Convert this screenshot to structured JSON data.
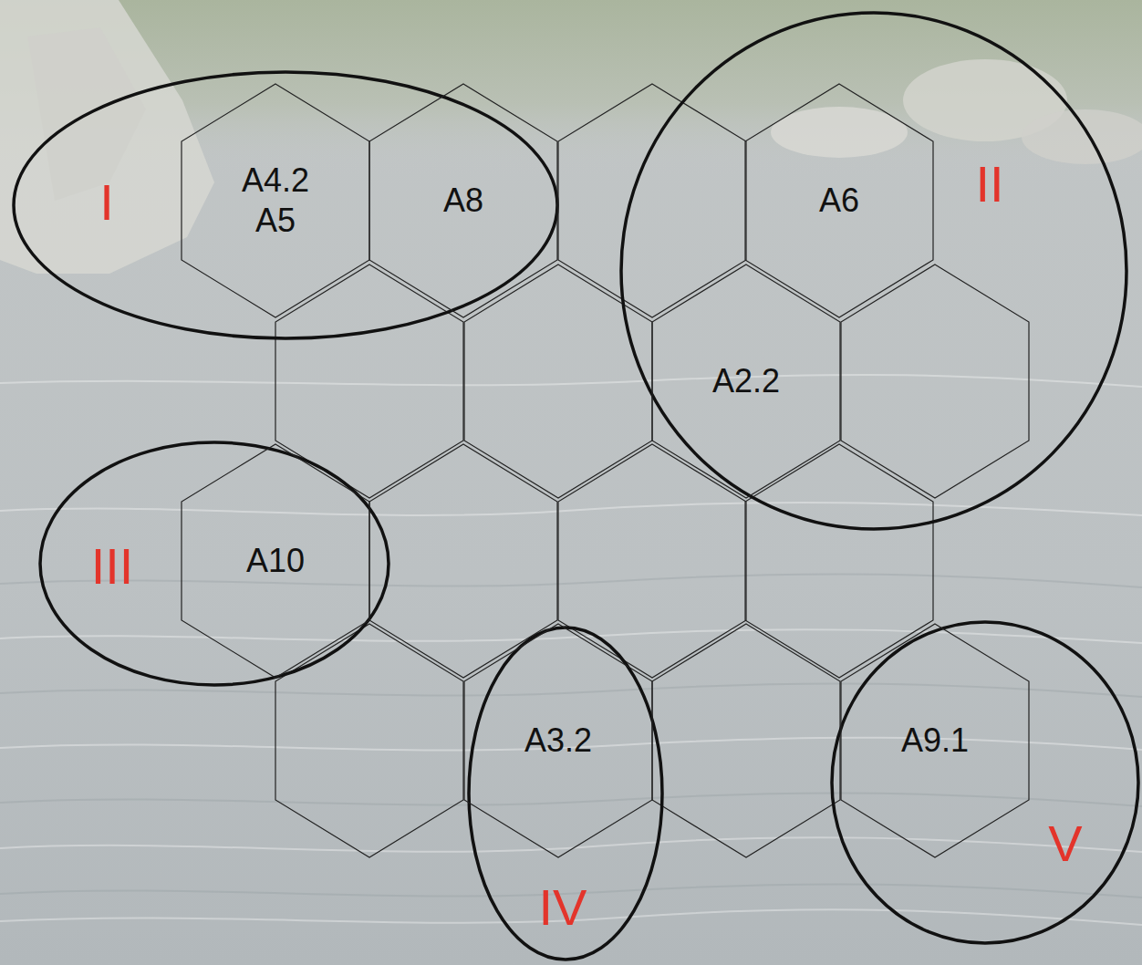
{
  "diagram": {
    "nodes": [
      {
        "text": [
          "I"
        ]
      },
      {
        "text": [
          "A4.2",
          "A5"
        ],
        "in": 0
      },
      {
        "text": [
          "A8"
        ],
        "in": 0
      },
      {
        "text": [
          "II"
        ]
      },
      {
        "text": [
          "A6"
        ],
        "in": 3
      },
      {
        "text": [
          "A2.2"
        ],
        "in": 3
      },
      {
        "text": [
          "III"
        ]
      },
      {
        "text": [
          "A10"
        ],
        "in": 6
      },
      {
        "text": [
          "IV"
        ]
      },
      {
        "text": [
          "A3.2"
        ],
        "in": 8
      },
      {
        "text": [
          "V"
        ]
      },
      {
        "text": [
          "A9.1"
        ],
        "in": 10
      }
    ]
  }
}
